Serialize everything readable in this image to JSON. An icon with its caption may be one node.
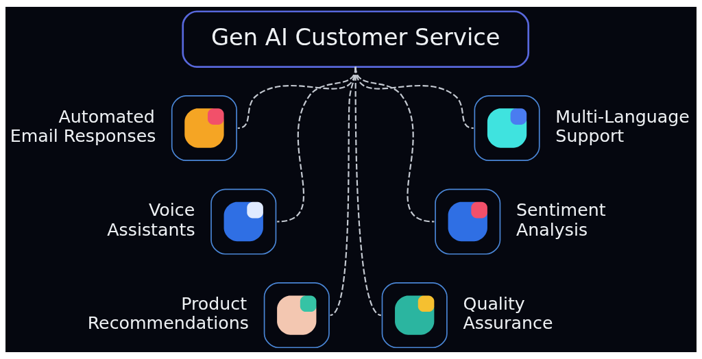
{
  "diagram": {
    "nodes": [
      {
        "text": [
          "Gen AI Customer Service"
        ]
      },
      {
        "text": [],
        "shape": "picture",
        "beside": [
          "Automated Email Responses"
        ]
      },
      {
        "text": [],
        "shape": "picture",
        "beside": [
          "Multi-Language Support"
        ]
      },
      {
        "text": [],
        "shape": "picture",
        "beside": [
          "Voice Assistants"
        ]
      },
      {
        "text": [],
        "shape": "picture",
        "beside": [
          "Sentiment Analysis"
        ]
      },
      {
        "text": [],
        "shape": "picture",
        "beside": [
          "Product Recommendations"
        ]
      },
      {
        "text": [],
        "shape": "picture",
        "beside": [
          "Quality Assurance"
        ]
      }
    ],
    "edges": [
      {
        "from": 0,
        "to": 1,
        "arrow": "none",
        "style": "dashed"
      },
      {
        "from": 0,
        "to": 3,
        "arrow": "none",
        "style": "dashed"
      },
      {
        "from": 0,
        "to": 5,
        "arrow": "none",
        "style": "dashed"
      },
      {
        "from": 0,
        "to": 6,
        "arrow": "none",
        "style": "dashed"
      },
      {
        "from": 0,
        "to": 4,
        "arrow": "none",
        "style": "dashed"
      },
      {
        "from": 0,
        "to": 2,
        "arrow": "none",
        "style": "dashed"
      }
    ]
  }
}
